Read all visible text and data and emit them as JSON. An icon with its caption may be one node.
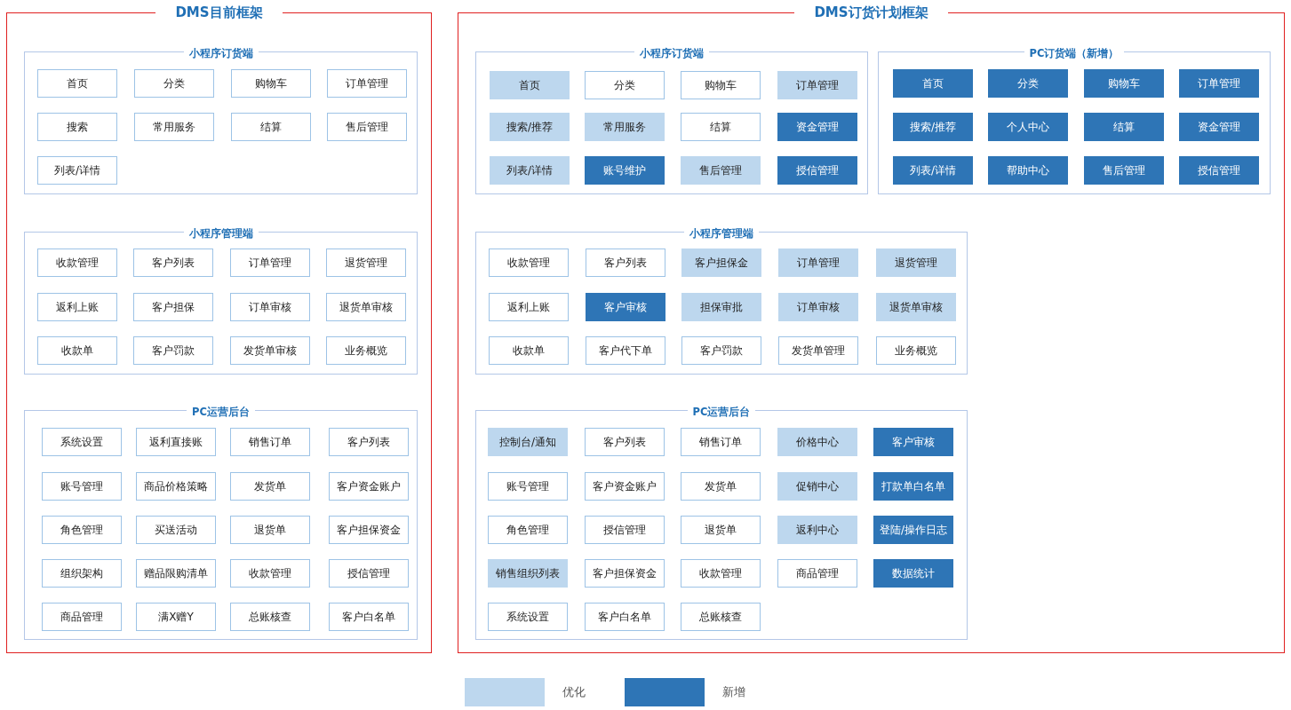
{
  "diagram": {
    "nodes": [
      {
        "text": [
          "DMS目前框架"
        ]
      },
      {
        "text": [
          "小程序订货端"
        ],
        "in": 0
      },
      {
        "text": [
          "首页"
        ],
        "in": 1
      },
      {
        "text": [
          "分类"
        ],
        "in": 1
      },
      {
        "text": [
          "购物车"
        ],
        "in": 1
      },
      {
        "text": [
          "订单管理"
        ],
        "in": 1
      },
      {
        "text": [
          "搜索"
        ],
        "in": 1
      },
      {
        "text": [
          "常用服务"
        ],
        "in": 1
      },
      {
        "text": [
          "结算"
        ],
        "in": 1
      },
      {
        "text": [
          "售后管理"
        ],
        "in": 1
      },
      {
        "text": [
          "列表/详情"
        ],
        "in": 1
      },
      {
        "text": [
          "小程序管理端"
        ],
        "in": 0
      },
      {
        "text": [
          "收款管理"
        ],
        "in": 11
      },
      {
        "text": [
          "客户列表"
        ],
        "in": 11
      },
      {
        "text": [
          "订单管理"
        ],
        "in": 11
      },
      {
        "text": [
          "退货管理"
        ],
        "in": 11
      },
      {
        "text": [
          "返利上账"
        ],
        "in": 11
      },
      {
        "text": [
          "客户担保"
        ],
        "in": 11
      },
      {
        "text": [
          "订单审核"
        ],
        "in": 11
      },
      {
        "text": [
          "退货单审核"
        ],
        "in": 11
      },
      {
        "text": [
          "收款单"
        ],
        "in": 11
      },
      {
        "text": [
          "客户罚款"
        ],
        "in": 11
      },
      {
        "text": [
          "发货单审核"
        ],
        "in": 11
      },
      {
        "text": [
          "业务概览"
        ],
        "in": 11
      },
      {
        "text": [
          "PC运营后台"
        ],
        "in": 0
      },
      {
        "text": [
          "系统设置"
        ],
        "in": 24
      },
      {
        "text": [
          "返利直接账"
        ],
        "in": 24
      },
      {
        "text": [
          "销售订单"
        ],
        "in": 24
      },
      {
        "text": [
          "客户列表"
        ],
        "in": 24
      },
      {
        "text": [
          "账号管理"
        ],
        "in": 24
      },
      {
        "text": [
          "商品价格策略"
        ],
        "in": 24
      },
      {
        "text": [
          "发货单"
        ],
        "in": 24
      },
      {
        "text": [
          "客户资金账户"
        ],
        "in": 24
      },
      {
        "text": [
          "角色管理"
        ],
        "in": 24
      },
      {
        "text": [
          "买送活动"
        ],
        "in": 24
      },
      {
        "text": [
          "退货单"
        ],
        "in": 24
      },
      {
        "text": [
          "客户担保资金"
        ],
        "in": 24
      },
      {
        "text": [
          "组织架构"
        ],
        "in": 24
      },
      {
        "text": [
          "赠品限购清单"
        ],
        "in": 24
      },
      {
        "text": [
          "收款管理"
        ],
        "in": 24
      },
      {
        "text": [
          "授信管理"
        ],
        "in": 24
      },
      {
        "text": [
          "商品管理"
        ],
        "in": 24
      },
      {
        "text": [
          "满X赠Y"
        ],
        "in": 24
      },
      {
        "text": [
          "总账核查"
        ],
        "in": 24
      },
      {
        "text": [
          "客户白名单"
        ],
        "in": 24
      },
      {
        "text": [
          "DMS订货计划框架"
        ]
      },
      {
        "text": [
          "小程序订货端"
        ],
        "in": 45
      },
      {
        "text": [
          "首页"
        ],
        "in": 46
      },
      {
        "text": [
          "分类"
        ],
        "in": 46
      },
      {
        "text": [
          "购物车"
        ],
        "in": 46
      },
      {
        "text": [
          "订单管理"
        ],
        "in": 46
      },
      {
        "text": [
          "搜索/推荐"
        ],
        "in": 46
      },
      {
        "text": [
          "常用服务"
        ],
        "in": 46
      },
      {
        "text": [
          "结算"
        ],
        "in": 46
      },
      {
        "text": [
          "资金管理"
        ],
        "in": 46
      },
      {
        "text": [
          "列表/详情"
        ],
        "in": 46
      },
      {
        "text": [
          "账号维护"
        ],
        "in": 46
      },
      {
        "text": [
          "售后管理"
        ],
        "in": 46
      },
      {
        "text": [
          "授信管理"
        ],
        "in": 46
      },
      {
        "text": [
          "PC订货端（新增）"
        ],
        "in": 45
      },
      {
        "text": [
          "首页"
        ],
        "in": 59
      },
      {
        "text": [
          "分类"
        ],
        "in": 59
      },
      {
        "text": [
          "购物车"
        ],
        "in": 59
      },
      {
        "text": [
          "订单管理"
        ],
        "in": 59
      },
      {
        "text": [
          "搜索/推荐"
        ],
        "in": 59
      },
      {
        "text": [
          "个人中心"
        ],
        "in": 59
      },
      {
        "text": [
          "结算"
        ],
        "in": 59
      },
      {
        "text": [
          "资金管理"
        ],
        "in": 59
      },
      {
        "text": [
          "列表/详情"
        ],
        "in": 59
      },
      {
        "text": [
          "帮助中心"
        ],
        "in": 59
      },
      {
        "text": [
          "售后管理"
        ],
        "in": 59
      },
      {
        "text": [
          "授信管理"
        ],
        "in": 59
      },
      {
        "text": [
          "小程序管理端"
        ],
        "in": 45
      },
      {
        "text": [
          "收款管理"
        ],
        "in": 72
      },
      {
        "text": [
          "客户列表"
        ],
        "in": 72
      },
      {
        "text": [
          "客户担保金"
        ],
        "in": 72
      },
      {
        "text": [
          "订单管理"
        ],
        "in": 72
      },
      {
        "text": [
          "退货管理"
        ],
        "in": 72
      },
      {
        "text": [
          "返利上账"
        ],
        "in": 72
      },
      {
        "text": [
          "客户审核"
        ],
        "in": 72
      },
      {
        "text": [
          "担保审批"
        ],
        "in": 72
      },
      {
        "text": [
          "订单审核"
        ],
        "in": 72
      },
      {
        "text": [
          "退货单审核"
        ],
        "in": 72
      },
      {
        "text": [
          "收款单"
        ],
        "in": 72
      },
      {
        "text": [
          "客户代下单"
        ],
        "in": 72
      },
      {
        "text": [
          "客户罚款"
        ],
        "in": 72
      },
      {
        "text": [
          "发货单管理"
        ],
        "in": 72
      },
      {
        "text": [
          "业务概览"
        ],
        "in": 72
      },
      {
        "text": [
          "PC运营后台"
        ],
        "in": 45
      },
      {
        "text": [
          "控制台/通知"
        ],
        "in": 88
      },
      {
        "text": [
          "客户列表"
        ],
        "in": 88
      },
      {
        "text": [
          "销售订单"
        ],
        "in": 88
      },
      {
        "text": [
          "价格中心"
        ],
        "in": 88
      },
      {
        "text": [
          "客户审核"
        ],
        "in": 88
      },
      {
        "text": [
          "账号管理"
        ],
        "in": 88
      },
      {
        "text": [
          "客户资金账户"
        ],
        "in": 88
      },
      {
        "text": [
          "发货单"
        ],
        "in": 88
      },
      {
        "text": [
          "促销中心"
        ],
        "in": 88
      },
      {
        "text": [
          "打款单白名单"
        ],
        "in": 88
      },
      {
        "text": [
          "角色管理"
        ],
        "in": 88
      },
      {
        "text": [
          "授信管理"
        ],
        "in": 88
      },
      {
        "text": [
          "退货单"
        ],
        "in": 88
      },
      {
        "text": [
          "返利中心"
        ],
        "in": 88
      },
      {
        "text": [
          "登陆/操作日志"
        ],
        "in": 88
      },
      {
        "text": [
          "销售组织列表"
        ],
        "in": 88
      },
      {
        "text": [
          "客户担保资金"
        ],
        "in": 88
      },
      {
        "text": [
          "收款管理"
        ],
        "in": 88
      },
      {
        "text": [
          "商品管理"
        ],
        "in": 88
      },
      {
        "text": [
          "数据统计"
        ],
        "in": 88
      },
      {
        "text": [
          "系统设置"
        ],
        "in": 88
      },
      {
        "text": [
          "客户白名单"
        ],
        "in": 88
      },
      {
        "text": [
          "总账核查"
        ],
        "in": 88
      }
    ],
    "legend": [
      {
        "text": "优化",
        "color": "#bdd7ee"
      },
      {
        "text": "新增",
        "color": "#2e75b6"
      }
    ]
  }
}
